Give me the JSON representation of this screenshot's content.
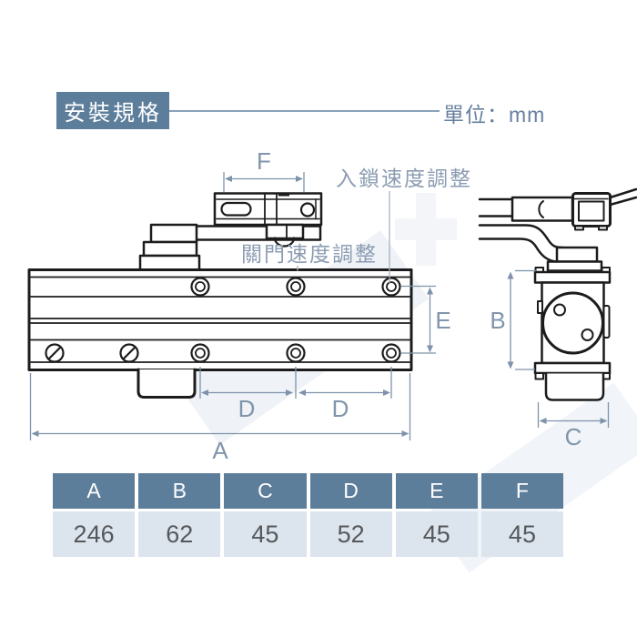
{
  "header": {
    "title": "安裝規格",
    "unit": "單位：mm"
  },
  "labels": {
    "lock_speed": "入鎖速度調整",
    "close_speed": "關門速度調整"
  },
  "dims": {
    "A": "A",
    "B": "B",
    "C": "C",
    "D": "D",
    "E": "E",
    "F": "F"
  },
  "table": {
    "headers": [
      "A",
      "B",
      "C",
      "D",
      "E",
      "F"
    ],
    "values": [
      "246",
      "62",
      "45",
      "52",
      "45",
      "45"
    ]
  },
  "colors": {
    "accent": "#5d7e9b",
    "table_row_bg": "#dce5ed",
    "value_text": "#56585c",
    "dim_line": "#7e93ab",
    "dim_text": "#8095ab",
    "cjk_label": "#8b9cb2",
    "unit_text": "#66809f",
    "rule_line": "#8ba1b7",
    "drawing_line": "#1c1c1c"
  }
}
